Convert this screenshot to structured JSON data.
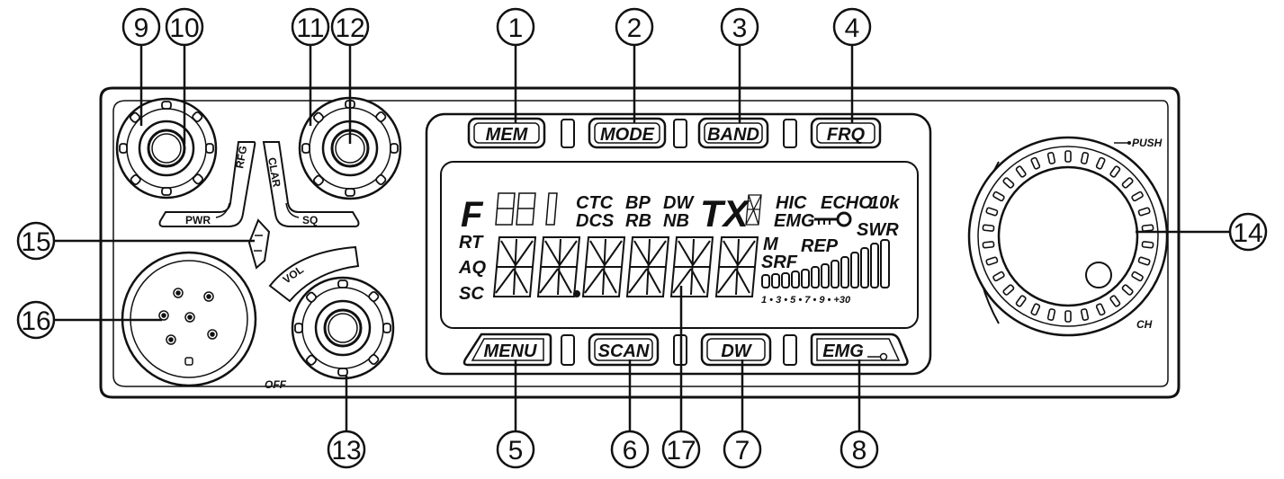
{
  "callouts": [
    "1",
    "2",
    "3",
    "4",
    "5",
    "6",
    "7",
    "8",
    "9",
    "10",
    "11",
    "12",
    "13",
    "14",
    "15",
    "16",
    "17"
  ],
  "buttons": {
    "mem": "MEM",
    "mode": "MODE",
    "band": "BAND",
    "frq": "FRQ",
    "menu": "MENU",
    "scan": "SCAN",
    "dw": "DW",
    "emg": "EMG"
  },
  "knob_labels": {
    "pwr": "PWR",
    "rfg": "RFG",
    "clar": "CLAR",
    "sq": "SQ",
    "vol": "VOL",
    "off": "OFF",
    "push": "PUSH",
    "ch": "CH"
  },
  "lcd": {
    "f": "F",
    "ctc": "CTC",
    "dcs": "DCS",
    "bp": "BP",
    "rb": "RB",
    "dw": "DW",
    "nb": "NB",
    "tx": "TX",
    "hic": "HIC",
    "echo": "ECHO",
    "tenk": "10k",
    "emg": "EMG",
    "swr": "SWR",
    "rt": "RT",
    "aq": "AQ",
    "sc": "SC",
    "m": "M",
    "rep": "REP",
    "srf": "SRF",
    "scale": "1 • 3 • 5 • 7 • 9 • +30"
  }
}
